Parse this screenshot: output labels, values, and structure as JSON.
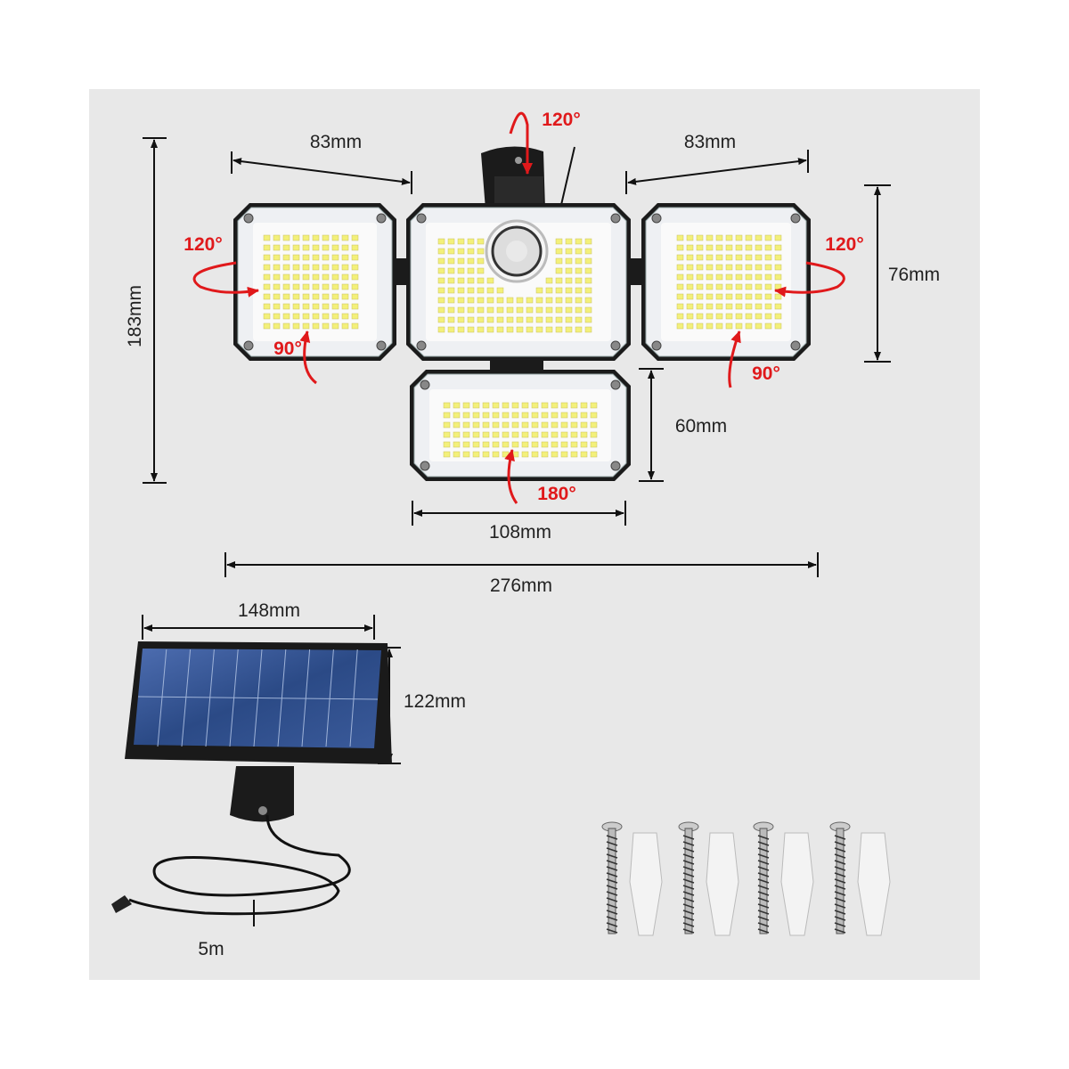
{
  "dimensions": {
    "left_panel_width": "83mm",
    "right_panel_width": "83mm",
    "total_height": "183mm",
    "side_panel_height": "76mm",
    "bottom_panel_height": "60mm",
    "bottom_panel_width": "108mm",
    "total_width": "276mm",
    "solar_width": "148mm",
    "solar_height": "122mm",
    "cable_length": "5m"
  },
  "angles": {
    "top_rotation": "120°",
    "left_horizontal": "120°",
    "left_vertical": "90°",
    "right_horizontal": "120°",
    "right_vertical": "90°",
    "bottom_rotation": "180°"
  },
  "colors": {
    "background": "#e8e8e8",
    "accent_red": "#e0191b",
    "housing": "#1b1b1b",
    "led": "#f3f07a",
    "solar_cell": "#2b4a86"
  }
}
